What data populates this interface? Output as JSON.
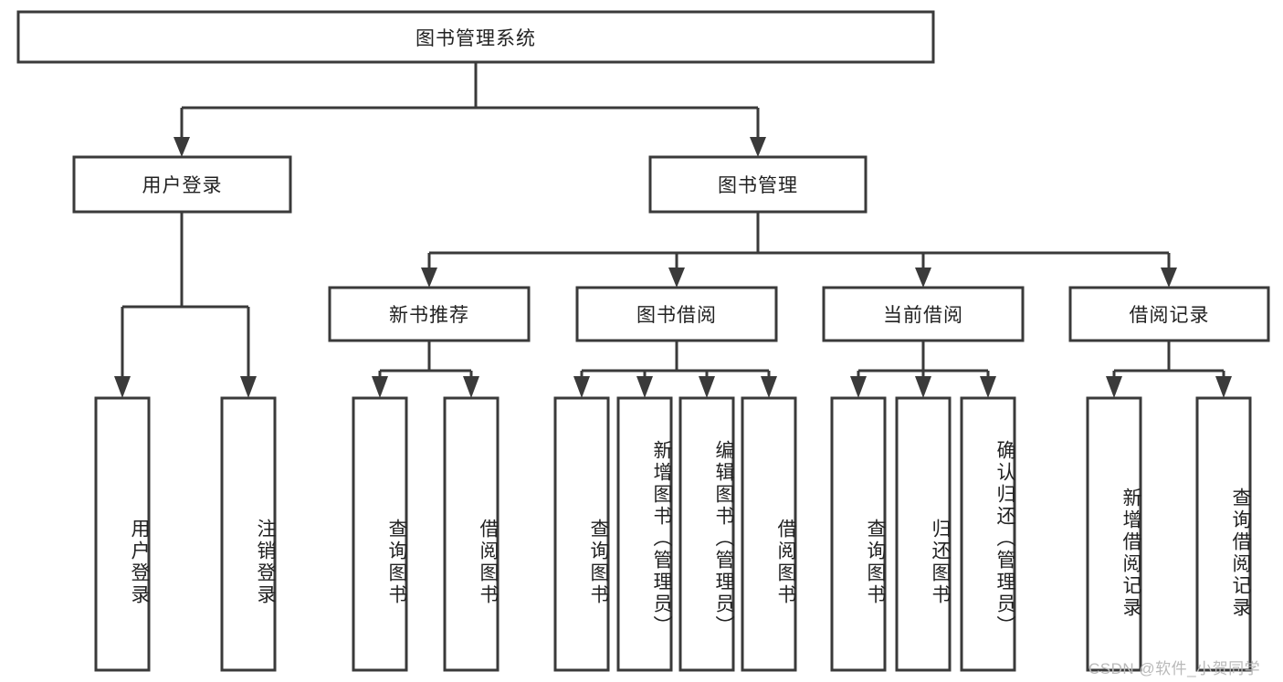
{
  "diagram": {
    "type": "tree-hierarchy-chart",
    "title": "图书管理系统",
    "root": {
      "id": "root",
      "label": "图书管理系统",
      "orientation": "horizontal"
    },
    "level2": [
      {
        "id": "user-login",
        "label": "用户登录",
        "orientation": "horizontal"
      },
      {
        "id": "book-management",
        "label": "图书管理",
        "orientation": "horizontal"
      }
    ],
    "level3": [
      {
        "id": "new-book-recommend",
        "label": "新书推荐",
        "orientation": "horizontal"
      },
      {
        "id": "book-borrow",
        "label": "图书借阅",
        "orientation": "horizontal"
      },
      {
        "id": "current-borrow",
        "label": "当前借阅",
        "orientation": "horizontal"
      },
      {
        "id": "borrow-record",
        "label": "借阅记录",
        "orientation": "horizontal"
      }
    ],
    "leaves": [
      {
        "id": "leaf-user-login",
        "label": "用户登录",
        "parent": "user-login",
        "orientation": "vertical"
      },
      {
        "id": "leaf-user-logout",
        "label": "注销登录",
        "parent": "user-login",
        "orientation": "vertical"
      },
      {
        "id": "leaf-query-book-1",
        "label": "查询图书",
        "parent": "new-book-recommend",
        "orientation": "vertical"
      },
      {
        "id": "leaf-borrow-book-1",
        "label": "借阅图书",
        "parent": "new-book-recommend",
        "orientation": "vertical"
      },
      {
        "id": "leaf-query-book-2",
        "label": "查询图书",
        "parent": "book-borrow",
        "orientation": "vertical"
      },
      {
        "id": "leaf-add-book",
        "label": "新增图书（管理员）",
        "parent": "book-borrow",
        "orientation": "vertical"
      },
      {
        "id": "leaf-edit-book",
        "label": "编辑图书（管理员）",
        "parent": "book-borrow",
        "orientation": "vertical"
      },
      {
        "id": "leaf-borrow-book-2",
        "label": "借阅图书",
        "parent": "book-borrow",
        "orientation": "vertical"
      },
      {
        "id": "leaf-query-book-3",
        "label": "查询图书",
        "parent": "current-borrow",
        "orientation": "vertical"
      },
      {
        "id": "leaf-return-book",
        "label": "归还图书",
        "parent": "current-borrow",
        "orientation": "vertical"
      },
      {
        "id": "leaf-confirm-return",
        "label": "确认归还（管理员）",
        "parent": "current-borrow",
        "orientation": "vertical"
      },
      {
        "id": "leaf-add-record",
        "label": "新增借阅记录",
        "parent": "borrow-record",
        "orientation": "vertical"
      },
      {
        "id": "leaf-query-record",
        "label": "查询借阅记录",
        "parent": "borrow-record",
        "orientation": "vertical"
      }
    ],
    "watermark": "CSDN @软件_小贺同学",
    "colors": {
      "stroke": "#3a3a3a",
      "fill": "#ffffff",
      "text": "#222222",
      "watermark": "#b9b9b9"
    }
  }
}
